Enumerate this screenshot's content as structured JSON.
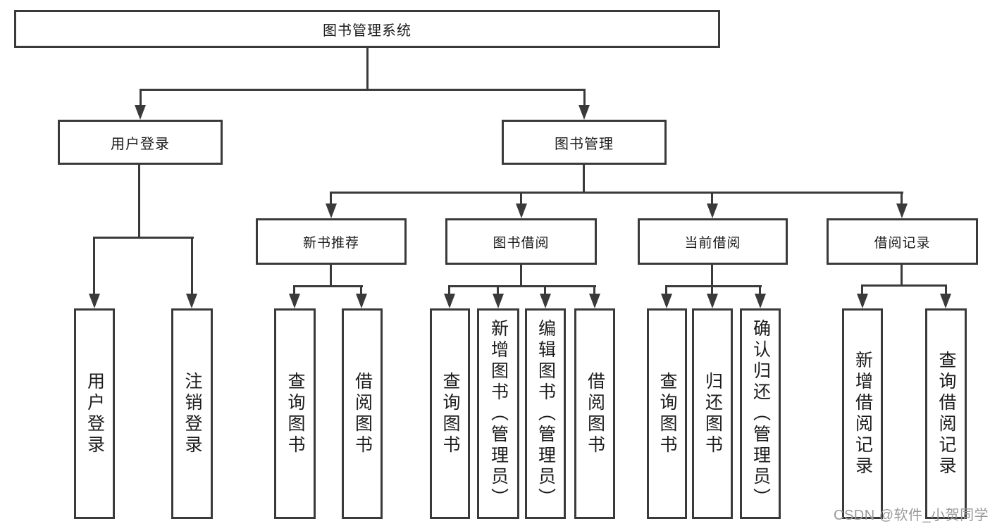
{
  "diagram": {
    "root": "图书管理系统",
    "level2": {
      "user_login": "用户登录",
      "book_mgmt": "图书管理"
    },
    "level3": {
      "new_books": "新书推荐",
      "borrow": "图书借阅",
      "current": "当前借阅",
      "records": "借阅记录"
    },
    "leaves": {
      "user_login": [
        "用户登录",
        "注销登录"
      ],
      "new_books": [
        "查询图书",
        "借阅图书"
      ],
      "borrow": [
        "查询图书",
        "新增图书（管理员）",
        "编辑图书（管理员）",
        "借阅图书"
      ],
      "current": [
        "查询图书",
        "归还图书",
        "确认归还（管理员）"
      ],
      "records": [
        "新增借阅记录",
        "查询借阅记录"
      ]
    }
  },
  "watermark": "CSDN @软件_小贺同学",
  "colors": {
    "line": "#3a3a3c",
    "text": "#1c1c1e",
    "watermark": "#99999b",
    "background": "#ffffff"
  }
}
